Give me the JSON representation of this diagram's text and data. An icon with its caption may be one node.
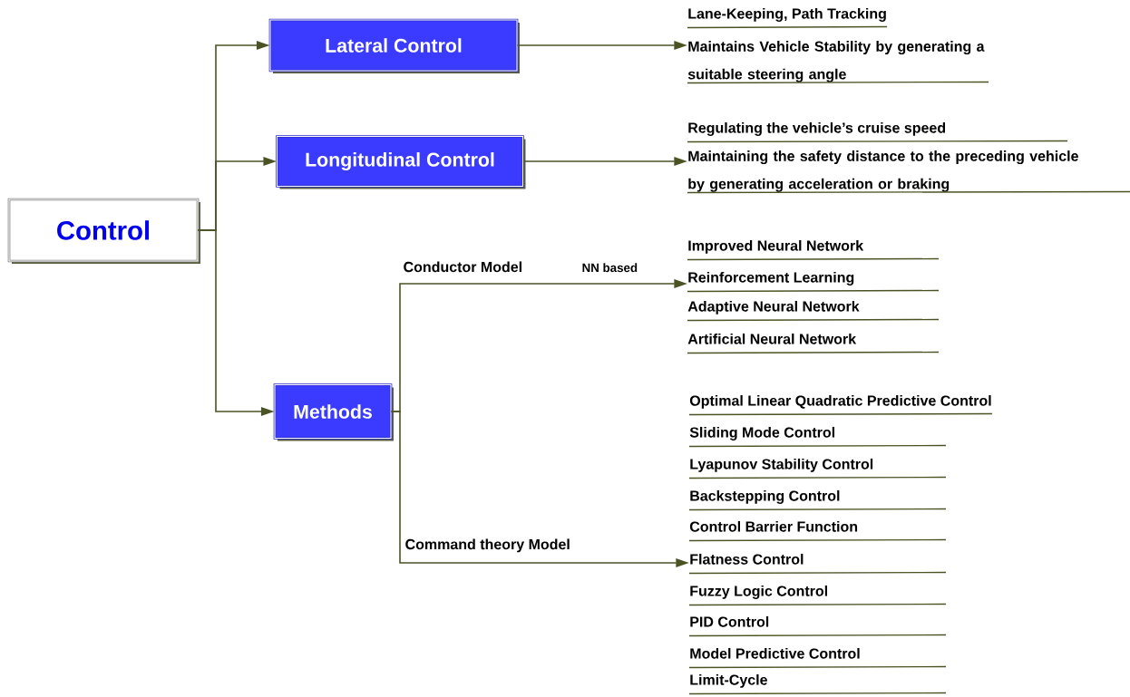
{
  "diagram": {
    "nodes": [
      {
        "text": [
          "Control"
        ]
      },
      {
        "text": [
          "Lateral Control"
        ]
      },
      {
        "text": [
          "Longitudinal Control"
        ]
      },
      {
        "text": [
          "Methods"
        ]
      },
      {
        "text": [
          "Lane-Keeping, Path Tracking",
          "Maintains Vehicle Stability by generating a suitable steering angle"
        ]
      },
      {
        "text": [
          "Regulating the vehicle’s cruise speed",
          "Maintaining the safety distance to the preceding vehicle by generating acceleration or braking"
        ]
      },
      {
        "text": [
          "Improved Neural Network",
          "Reinforcement Learning",
          "Adaptive Neural Network",
          "Artificial Neural Network"
        ]
      },
      {
        "text": [
          "Optimal Linear Quadratic Predictive Control",
          "Sliding Mode Control",
          "Lyapunov Stability Control",
          "Backstepping Control",
          "Control Barrier Function",
          "Flatness Control",
          "Fuzzy Logic Control",
          "PID Control",
          "Model Predictive Control",
          "Limit-Cycle"
        ]
      }
    ],
    "edges": [
      {
        "from": 0,
        "to": 1,
        "arrow": "to"
      },
      {
        "from": 0,
        "to": 2,
        "arrow": "to"
      },
      {
        "from": 0,
        "to": 3,
        "arrow": "to"
      },
      {
        "from": 1,
        "to": 4,
        "arrow": "to"
      },
      {
        "from": 2,
        "to": 5,
        "arrow": "to"
      },
      {
        "from": 3,
        "to": 6,
        "arrow": "to",
        "label": "Conductor Model"
      },
      {
        "from": 3,
        "to": 7,
        "arrow": "to",
        "label": "Command theory Model"
      }
    ],
    "labels": [
      "NN based"
    ]
  }
}
